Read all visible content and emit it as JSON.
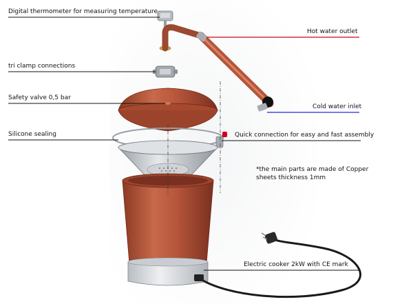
{
  "labels": {
    "thermometer": "Digital thermometer for measuring temperature",
    "tri_clamp": "tri clamp connections",
    "safety_valve": "Safety valve 0,5 bar",
    "silicone": "Silicone sealing",
    "hot_outlet": "Hot water outlet",
    "cold_inlet": "Cold water inlet",
    "quick_connection": "Quick connection for easy and fast assembly",
    "cooker": "Electric cooker 2kW with CE mark"
  },
  "note": {
    "line1": "*the main parts are made of Copper",
    "line2": "sheets  thickness 1mm"
  },
  "colors": {
    "hot_line": "#d0021b",
    "cold_line": "#1f2bd6",
    "leader": "#111111",
    "copper": "#b5553a",
    "copper_dark": "#8a3a24",
    "steel": "#c9ccd0"
  }
}
